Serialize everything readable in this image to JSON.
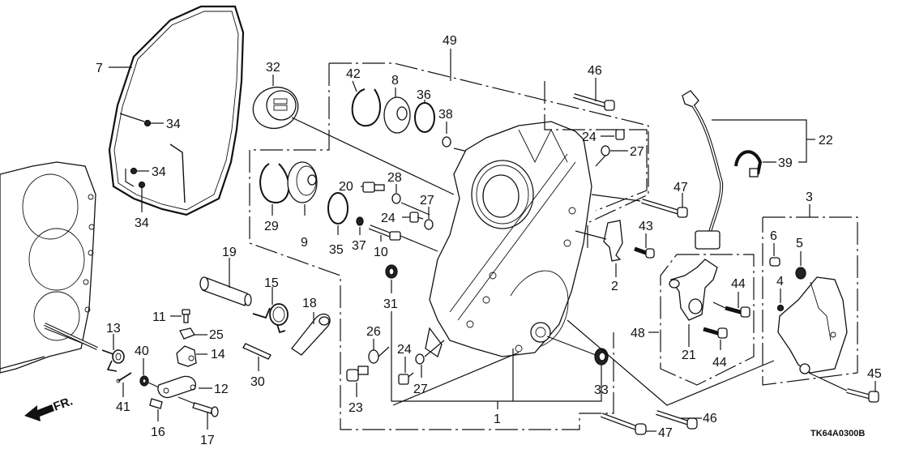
{
  "diagram": {
    "code": "TK64A0300B",
    "direction_label": "FR.",
    "callouts": {
      "c1": "1",
      "c2": "2",
      "c3": "3",
      "c4": "4",
      "c5": "5",
      "c6": "6",
      "c7": "7",
      "c8": "8",
      "c9": "9",
      "c10": "10",
      "c11": "11",
      "c12": "12",
      "c13": "13",
      "c14": "14",
      "c15": "15",
      "c16": "16",
      "c17": "17",
      "c18": "18",
      "c19": "19",
      "c20": "20",
      "c21": "21",
      "c22": "22",
      "c23": "23",
      "c24a": "24",
      "c24b": "24",
      "c24c": "24",
      "c25": "25",
      "c26": "26",
      "c27a": "27",
      "c27b": "27",
      "c27c": "27",
      "c28": "28",
      "c29": "29",
      "c30": "30",
      "c31": "31",
      "c32": "32",
      "c33": "33",
      "c34a": "34",
      "c34b": "34",
      "c34c": "34",
      "c35": "35",
      "c36": "36",
      "c37": "37",
      "c38": "38",
      "c39": "39",
      "c40": "40",
      "c41": "41",
      "c42": "42",
      "c43": "43",
      "c44a": "44",
      "c44b": "44",
      "c45": "45",
      "c46a": "46",
      "c46b": "46",
      "c47a": "47",
      "c47b": "47",
      "c48": "48",
      "c49": "49"
    }
  }
}
